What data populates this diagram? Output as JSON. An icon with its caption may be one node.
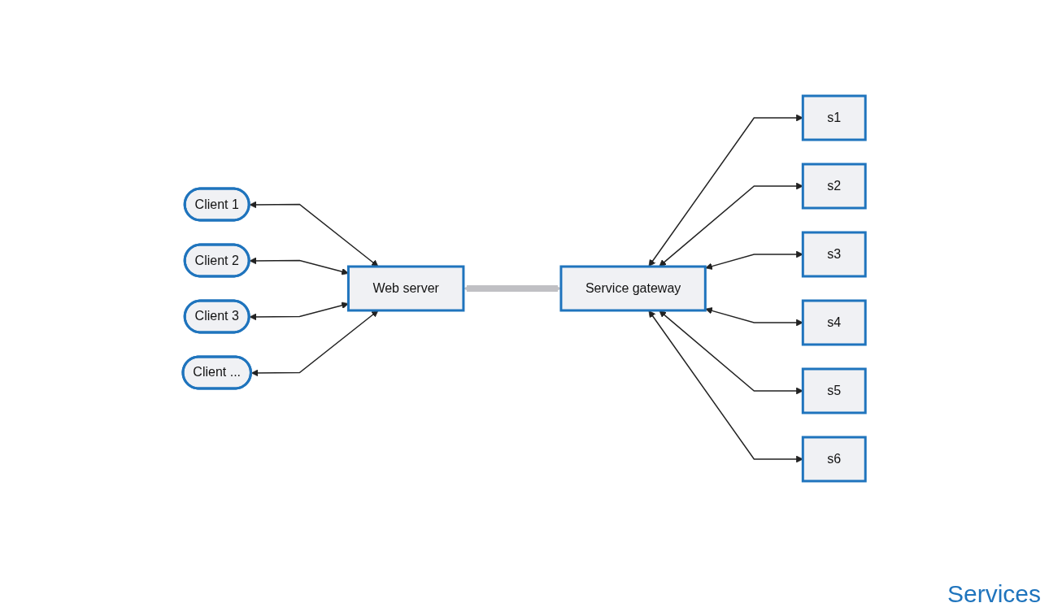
{
  "diagram": {
    "nodes": [
      {
        "text": [
          "Client 1"
        ]
      },
      {
        "text": [
          "Client 2"
        ]
      },
      {
        "text": [
          "Client 3"
        ]
      },
      {
        "text": [
          "Client ..."
        ]
      },
      {
        "text": [
          "Web server"
        ]
      },
      {
        "text": [
          "Service gateway"
        ]
      },
      {
        "text": [
          "s1"
        ]
      },
      {
        "text": [
          "s2"
        ]
      },
      {
        "text": [
          "s3"
        ]
      },
      {
        "text": [
          "s4"
        ]
      },
      {
        "text": [
          "s5"
        ]
      },
      {
        "text": [
          "s6"
        ]
      }
    ],
    "edges": [
      {
        "from": 0,
        "to": 4,
        "arrow": "both"
      },
      {
        "from": 1,
        "to": 4,
        "arrow": "both"
      },
      {
        "from": 2,
        "to": 4,
        "arrow": "both"
      },
      {
        "from": 3,
        "to": 4,
        "arrow": "both"
      },
      {
        "from": 4,
        "to": 5,
        "arrow": "both",
        "style": "thick",
        "color": "#c0c0c4"
      },
      {
        "from": 5,
        "to": 6,
        "arrow": "both"
      },
      {
        "from": 5,
        "to": 7,
        "arrow": "both"
      },
      {
        "from": 5,
        "to": 8,
        "arrow": "both"
      },
      {
        "from": 5,
        "to": 9,
        "arrow": "both"
      },
      {
        "from": 5,
        "to": 10,
        "arrow": "both"
      },
      {
        "from": 5,
        "to": 11,
        "arrow": "both"
      }
    ],
    "labels": [
      "Services"
    ]
  }
}
